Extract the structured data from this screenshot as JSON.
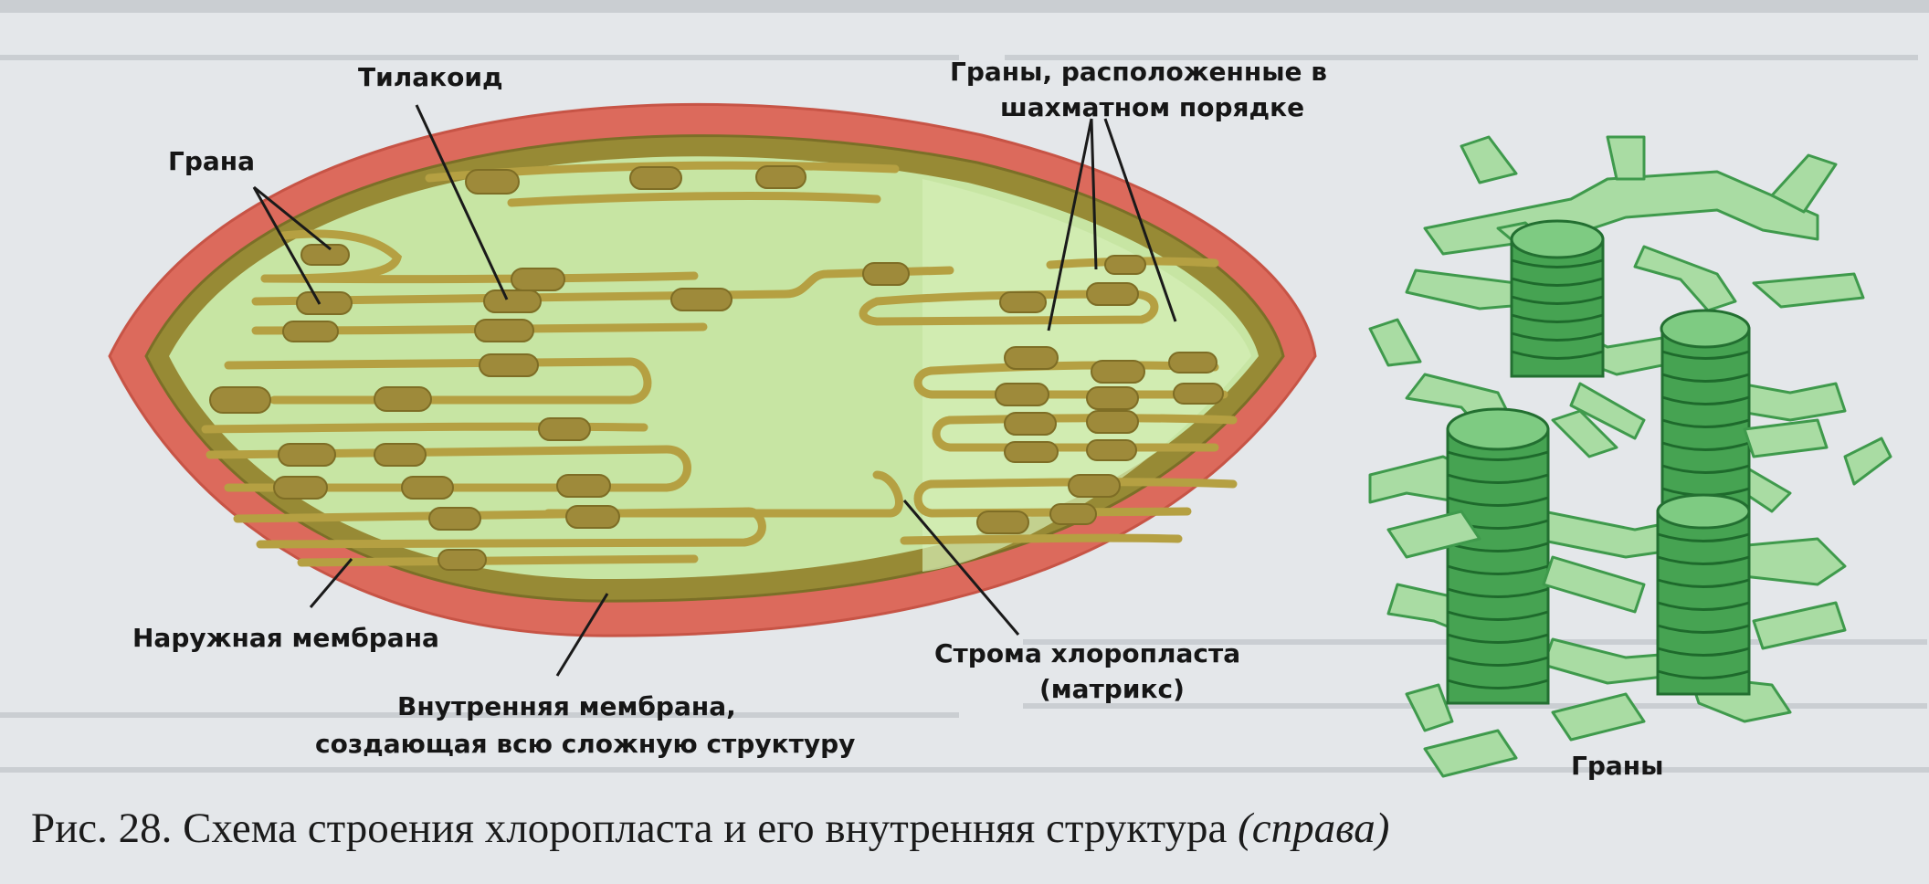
{
  "labels": {
    "thylakoid": "Тилакоид",
    "granum": "Грана",
    "staggered_grana_line1": "Граны, расположенные в",
    "staggered_grana_line2": "шахматном порядке",
    "outer_membrane": "Наружная мембрана",
    "inner_membrane_line1": "Внутренняя мембрана,",
    "inner_membrane_line2": "создающая всю сложную структуру",
    "stroma_line1": "Строма хлоропласта",
    "stroma_line2": "(матрикс)",
    "grana_right": "Граны"
  },
  "caption": {
    "main": "Рис. 28. Схема строения хлоропласта и его внутренняя структура",
    "italic": "(справа)"
  },
  "colors": {
    "page_background": "#e4e7ea",
    "outer_membrane": "#dc6a5c",
    "inner_membrane": "#978a35",
    "stroma": "#c7e5a3",
    "thylakoid": "#b5a042",
    "granum_disc": "#9e8a3a",
    "right_network": "#a9dca3",
    "right_network_outline": "#3f9a4c",
    "right_stack": "#46a352"
  }
}
